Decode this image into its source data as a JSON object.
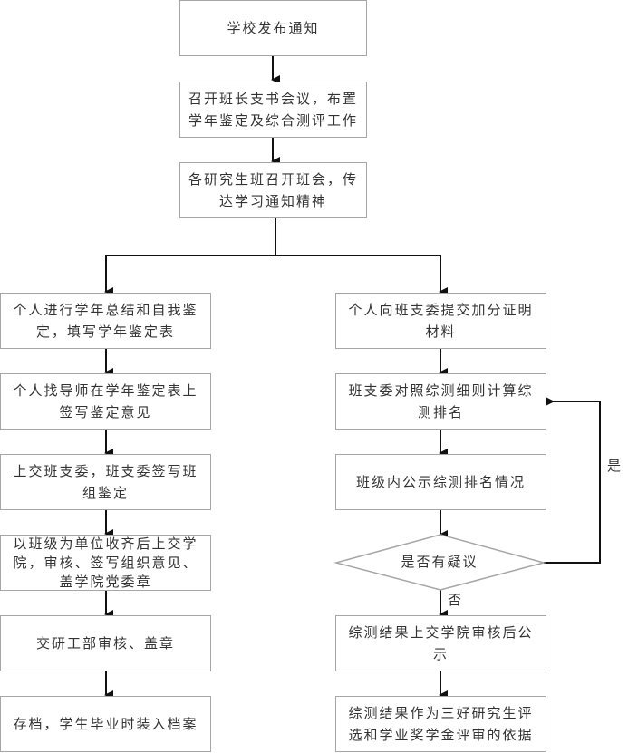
{
  "flowchart": {
    "top": [
      {
        "id": "n1",
        "text": "学校发布通知"
      },
      {
        "id": "n2",
        "text": "召开班长支书会议，布置学年鉴定及综合测评工作"
      },
      {
        "id": "n3",
        "text": "各研究生班召开班会，传达学习通知精神"
      }
    ],
    "left_branch": [
      {
        "id": "l1",
        "text": "个人进行学年总结和自我鉴定，填写学年鉴定表"
      },
      {
        "id": "l2",
        "text": "个人找导师在学年鉴定表上签写鉴定意见"
      },
      {
        "id": "l3",
        "text": "上交班支委，班支委签写班组鉴定"
      },
      {
        "id": "l4",
        "text": "以班级为单位收齐后上交学院，审核、签写组织意见、盖学院党委章"
      },
      {
        "id": "l5",
        "text": "交研工部审核、盖章"
      },
      {
        "id": "l6",
        "text": "存档，学生毕业时装入档案"
      }
    ],
    "right_branch": [
      {
        "id": "r1",
        "text": "个人向班支委提交加分证明材料"
      },
      {
        "id": "r2",
        "text": "班支委对照综测细则计算综测排名"
      },
      {
        "id": "r3",
        "text": "班级内公示综测排名情况"
      },
      {
        "id": "r4",
        "text": "综测结果上交学院审核后公示"
      },
      {
        "id": "r5",
        "text": "综测结果作为三好研究生评选和学业奖学金评审的依据"
      }
    ],
    "decision": {
      "text": "是否有疑议",
      "yes_label": "是",
      "no_label": "否"
    }
  }
}
